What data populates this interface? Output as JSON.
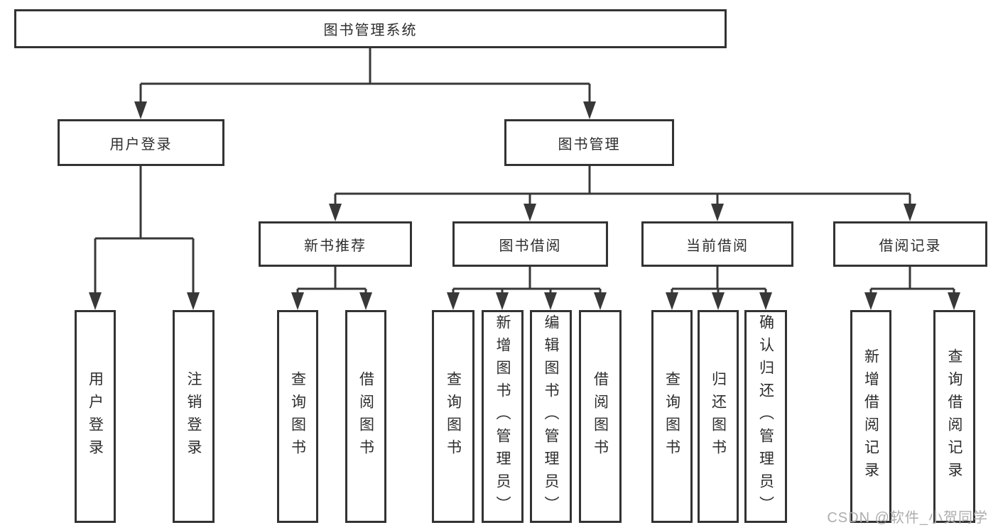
{
  "diagram_type": "hierarchy-tree",
  "tree": {
    "label": "图书管理系统",
    "children": [
      {
        "label": "用户登录",
        "children": [
          {
            "label": "用户登录"
          },
          {
            "label": "注销登录"
          }
        ]
      },
      {
        "label": "图书管理",
        "children": [
          {
            "label": "新书推荐",
            "children": [
              {
                "label": "查询图书"
              },
              {
                "label": "借阅图书"
              }
            ]
          },
          {
            "label": "图书借阅",
            "children": [
              {
                "label": "查询图书"
              },
              {
                "label": "新增图书（管理员）"
              },
              {
                "label": "编辑图书（管理员）"
              },
              {
                "label": "借阅图书"
              }
            ]
          },
          {
            "label": "当前借阅",
            "children": [
              {
                "label": "查询图书"
              },
              {
                "label": "归还图书"
              },
              {
                "label": "确认归还（管理员）"
              }
            ]
          },
          {
            "label": "借阅记录",
            "children": [
              {
                "label": "新增借阅记录"
              },
              {
                "label": "查询借阅记录"
              }
            ]
          }
        ]
      }
    ]
  },
  "watermark": "CSDN @软件_小贺同学",
  "colors": {
    "line": "#383838",
    "box_border": "#333333",
    "box_background": "#ffffff",
    "text": "#2d2d2d",
    "watermark": "#adadad",
    "page_background": "#ffffff"
  }
}
